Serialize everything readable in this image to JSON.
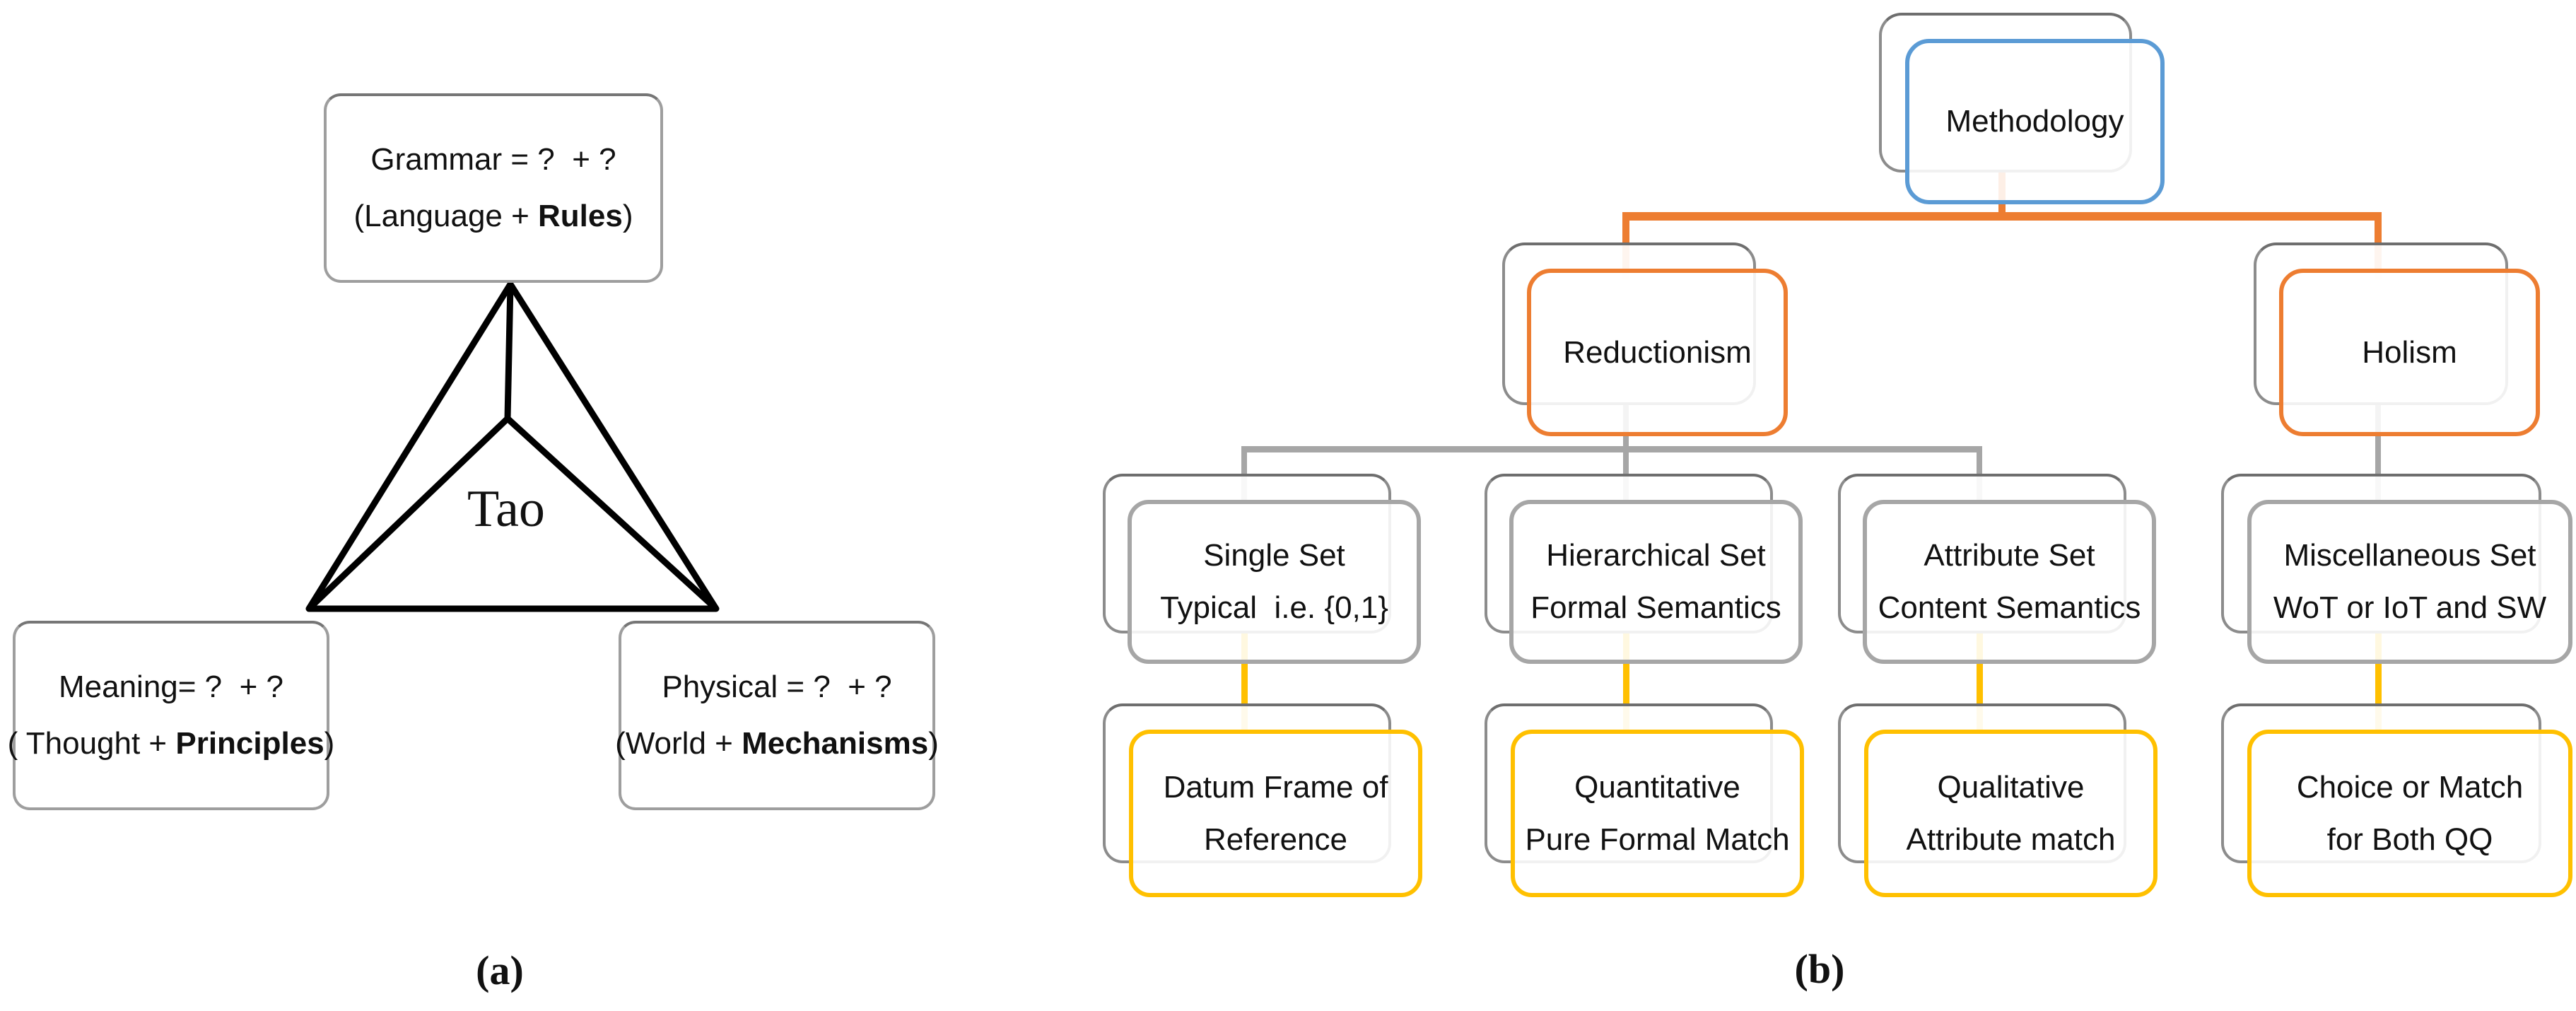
{
  "figure_colors": {
    "methodology_border": "#5B9BD5",
    "reductionism_holism_border": "#ED7D31",
    "set_level_border": "#A6A6A6",
    "match_level_border": "#FFC000",
    "shadow_box_border": "#8C8C8C",
    "triangle_line": "#000000"
  },
  "panel_a": {
    "label": "(a)",
    "tao": "Tao",
    "grammar": {
      "line1": "Grammar = ?  + ?",
      "line2_prefix": "(Language + ",
      "line2_bold": "Rules",
      "line2_suffix": ")"
    },
    "meaning": {
      "line1": "Meaning= ?  + ?",
      "line2_prefix": "( Thought + ",
      "line2_bold": "Principles",
      "line2_suffix": ")"
    },
    "physical": {
      "line1": "Physical = ?  + ?",
      "line2_prefix": "(World + ",
      "line2_bold": "Mechanisms",
      "line2_suffix": ")"
    }
  },
  "panel_b": {
    "label": "(b)",
    "nodes": {
      "methodology": {
        "label": "Methodology"
      },
      "reductionism": {
        "label": "Reductionism"
      },
      "holism": {
        "label": "Holism"
      },
      "single_set": {
        "line1": "Single Set",
        "line2": "Typical  i.e. {0,1}"
      },
      "hierarchical_set": {
        "line1": "Hierarchical Set",
        "line2": "Formal Semantics"
      },
      "attribute_set": {
        "line1": "Attribute Set",
        "line2": "Content Semantics"
      },
      "miscellaneous_set": {
        "line1": "Miscellaneous Set",
        "line2": "WoT or IoT and SW"
      },
      "datum_frame": {
        "line1": "Datum Frame of",
        "line2": "Reference"
      },
      "quantitative": {
        "line1": "Quantitative",
        "line2": "Pure Formal Match"
      },
      "qualitative": {
        "line1": "Qualitative",
        "line2": "Attribute match"
      },
      "choice_match": {
        "line1": "Choice or Match",
        "line2": "for Both QQ"
      }
    }
  }
}
